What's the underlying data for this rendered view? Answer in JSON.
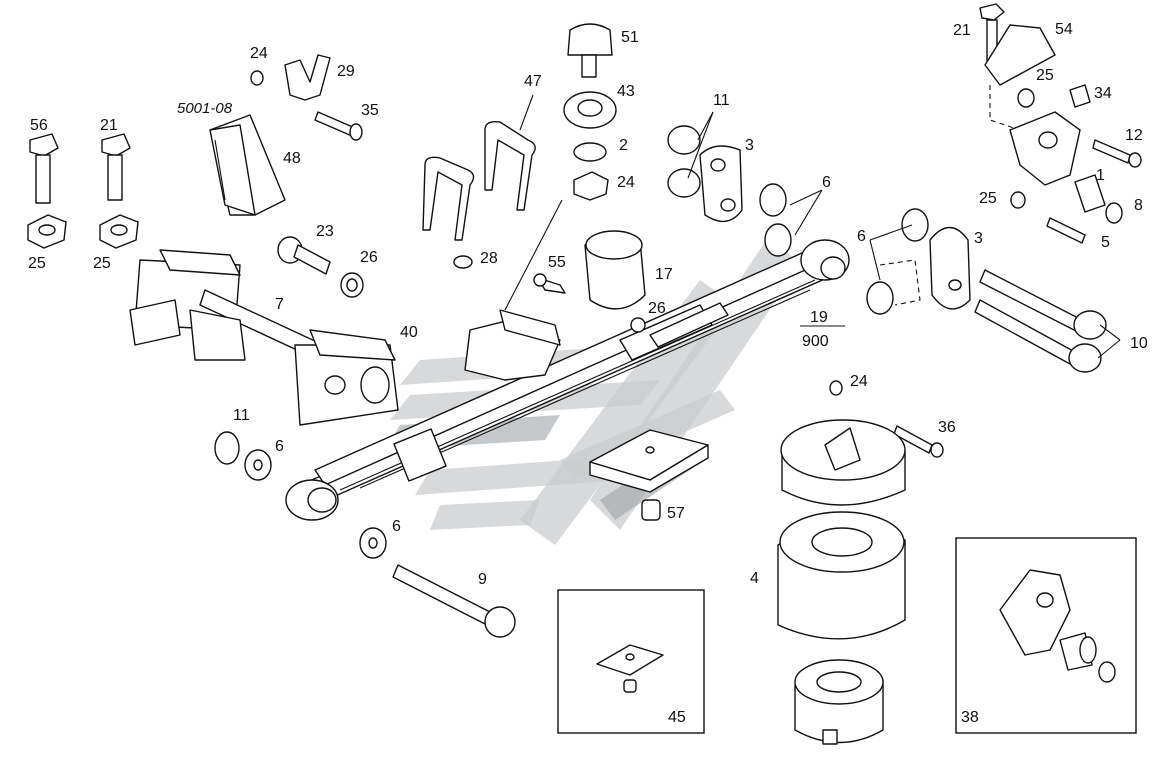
{
  "diagram": {
    "labels": {
      "p1": "1",
      "p2": "2",
      "p3a": "3",
      "p3b": "3",
      "p4": "4",
      "p5": "5",
      "p6a": "6",
      "p6b": "6",
      "p6c": "6",
      "p6d": "6",
      "p7": "7",
      "p8": "8",
      "p9": "9",
      "p10": "10",
      "p11a": "11",
      "p11b": "11",
      "p12": "12",
      "p17": "17",
      "p19": "19",
      "p900": "900",
      "p21a": "21",
      "p21b": "21",
      "p23": "23",
      "p24a": "24",
      "p24b": "24",
      "p24c": "24",
      "p25a": "25",
      "p25b": "25",
      "p25c": "25",
      "p25d": "25",
      "p26a": "26",
      "p26b": "26",
      "p28": "28",
      "p29": "29",
      "p34": "34",
      "p35": "35",
      "p36": "36",
      "p38": "38",
      "p40": "40",
      "p43": "43",
      "p45": "45",
      "p47": "47",
      "p48": "48",
      "p51": "51",
      "p54": "54",
      "p55": "55",
      "p56": "56",
      "p57": "57",
      "ref": "5001-08"
    }
  }
}
